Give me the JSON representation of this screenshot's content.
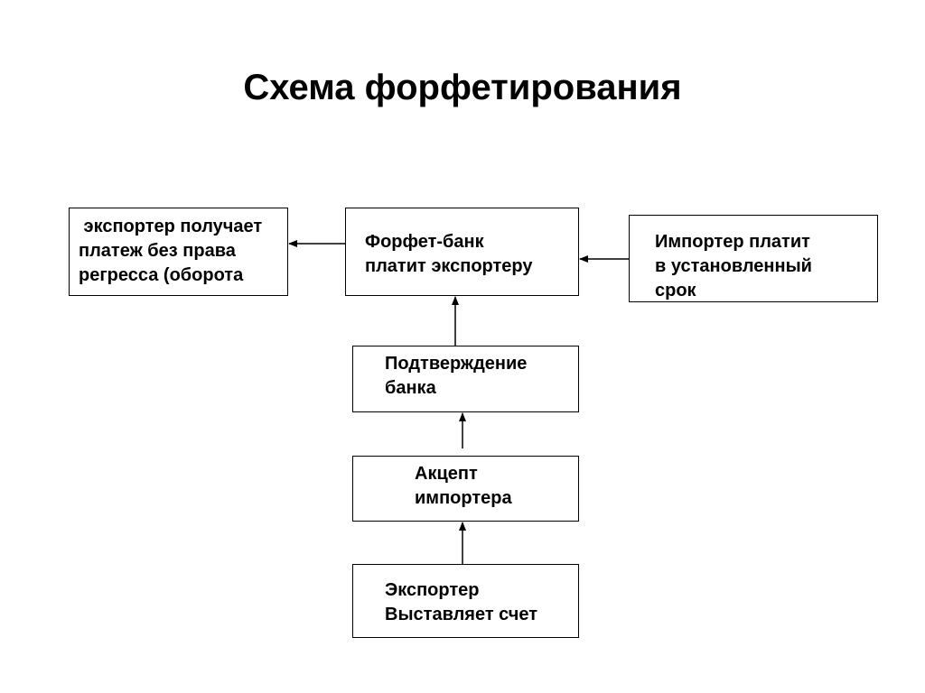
{
  "title": "Схема форфетирования",
  "boxes": {
    "exporter_receives": {
      "lines": [
        " экспортер получает",
        "платеж без права",
        "регресса (оборота"
      ]
    },
    "forfait_bank": {
      "lines": [
        "Форфет-банк",
        "платит экспортеру"
      ]
    },
    "importer_pays": {
      "lines": [
        "Импортер платит",
        "в установленный",
        "срок"
      ]
    },
    "bank_confirmation": {
      "lines": [
        "Подтверждение",
        "банка"
      ]
    },
    "importer_acceptance": {
      "lines": [
        "Акцепт",
        "импортера"
      ]
    },
    "exporter_invoice": {
      "lines": [
        "Экспортер",
        "Выставляет счет"
      ]
    }
  }
}
